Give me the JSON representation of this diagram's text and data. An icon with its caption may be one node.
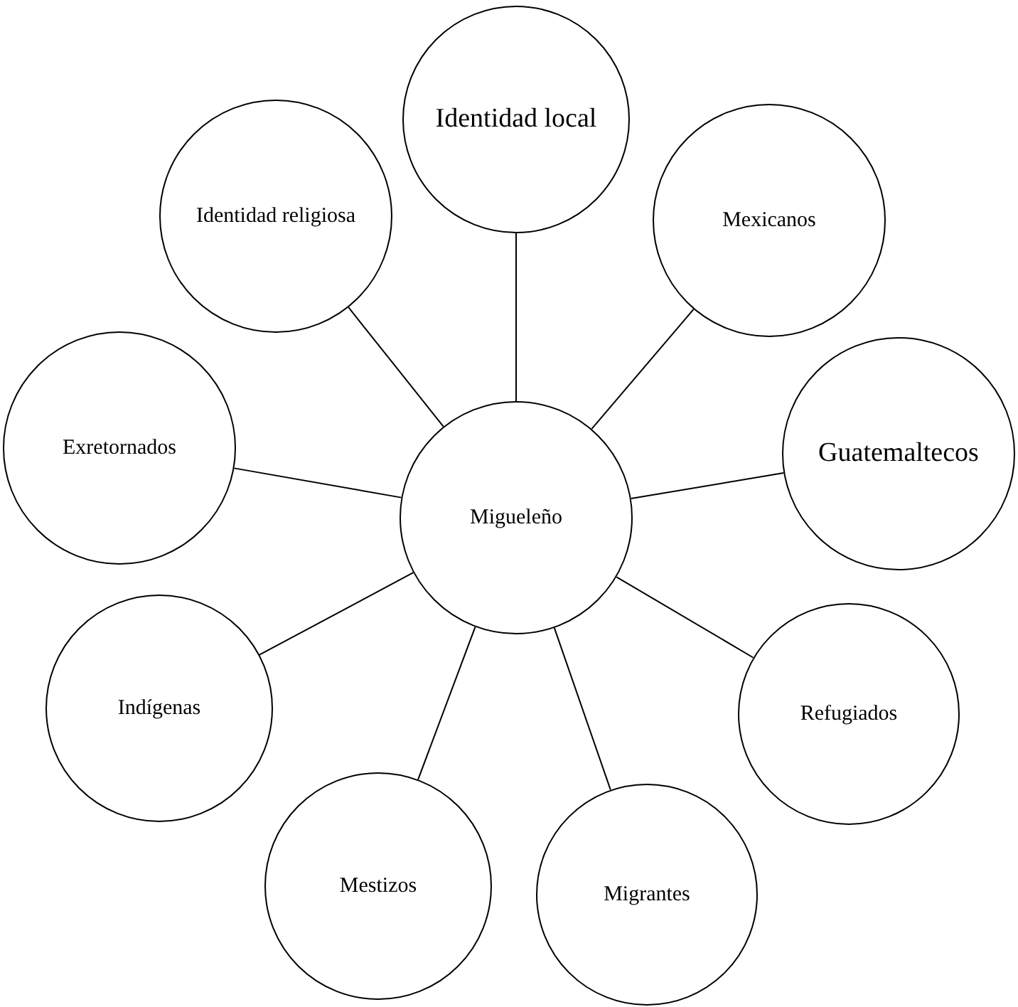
{
  "diagram": {
    "nodes": [
      {
        "text": [
          "Migueleño"
        ]
      },
      {
        "text": [
          "Identidad local"
        ]
      },
      {
        "text": [
          "Mexicanos"
        ]
      },
      {
        "text": [
          "Guatemaltecos"
        ]
      },
      {
        "text": [
          "Refugiados"
        ]
      },
      {
        "text": [
          "Migrantes"
        ]
      },
      {
        "text": [
          "Mestizos"
        ]
      },
      {
        "text": [
          "Indígenas"
        ]
      },
      {
        "text": [
          "Exretornados"
        ]
      },
      {
        "text": [
          "Identidad religiosa"
        ]
      }
    ],
    "edges": [
      {
        "from": 0,
        "to": 1,
        "arrow": "none"
      },
      {
        "from": 0,
        "to": 2,
        "arrow": "none"
      },
      {
        "from": 0,
        "to": 3,
        "arrow": "none"
      },
      {
        "from": 0,
        "to": 4,
        "arrow": "none"
      },
      {
        "from": 0,
        "to": 5,
        "arrow": "none"
      },
      {
        "from": 0,
        "to": 6,
        "arrow": "none"
      },
      {
        "from": 0,
        "to": 7,
        "arrow": "none"
      },
      {
        "from": 0,
        "to": 8,
        "arrow": "none"
      },
      {
        "from": 0,
        "to": 9,
        "arrow": "none"
      }
    ]
  }
}
